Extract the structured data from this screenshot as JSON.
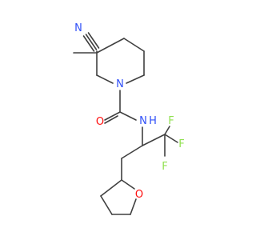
{
  "molecule": {
    "atom_labels": {
      "nitrile_n": "N",
      "ring_n": "N",
      "carbonyl_o": "O",
      "amide_n": "N",
      "amide_h": "H",
      "f1": "F",
      "f2": "F",
      "f3": "F",
      "ring_o": "O"
    },
    "colors": {
      "bond": "#404040",
      "nitrogen": "#3050F8",
      "oxygen": "#FF0D0D",
      "fluorine": "#90E050",
      "carbon": "#404040"
    }
  }
}
